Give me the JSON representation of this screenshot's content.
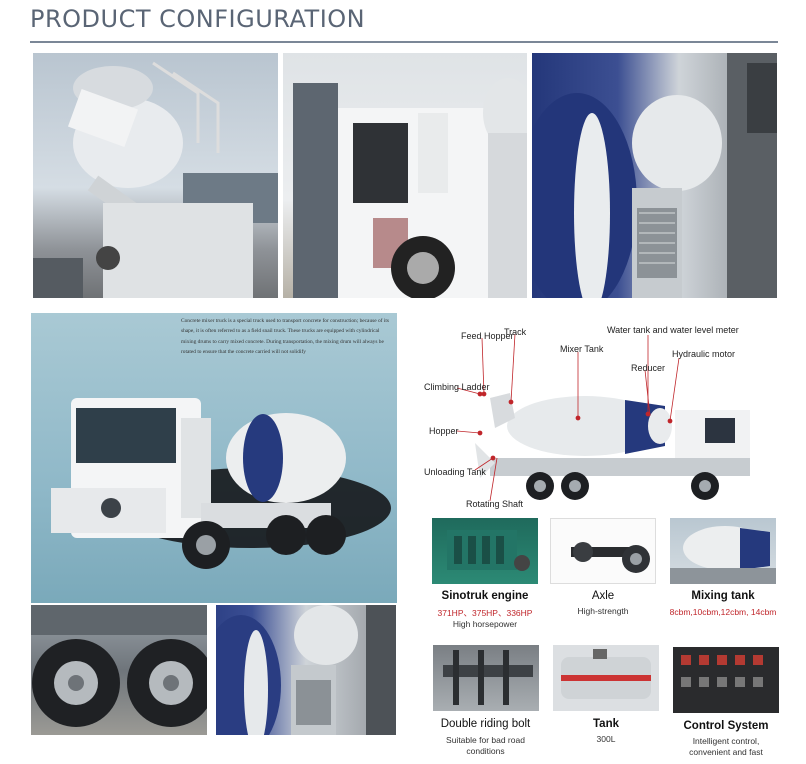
{
  "header": {
    "title": "PRODUCT CONFIGURATION"
  },
  "description": "Concrete mixer truck is a special truck used to transport concrete for construction; because of its shape, it is often referred to as a field snail truck. These trucks are equipped with cylindrical mixing drums to carry mixed concrete. During transportation, the mixing drum will always be rotated to ensure that the concrete carried will not solidify",
  "diagram": {
    "labels": {
      "feed_hopper": "Feed Hopper",
      "track": "Track",
      "water_tank": "Water tank and water level meter",
      "mixer_tank": "Mixer Tank",
      "hydraulic_motor": "Hydraulic motor",
      "reducer": "Reducer",
      "climbing_ladder": "Climbing Ladder",
      "hopper": "Hopper",
      "unloading_tank": "Unloading Tank",
      "rotating_shaft": "Rotating Shaft"
    }
  },
  "features": [
    {
      "title": "Sinotruk engine",
      "red": "371HP、375HP、336HP",
      "sub": "High horsepower"
    },
    {
      "title": "Axle",
      "sub": "High-strength"
    },
    {
      "title": "Mixing tank",
      "red": "8cbm,10cbm,12cbm, 14cbm"
    },
    {
      "title": "Double riding bolt",
      "sub": "Suitable for bad road conditions"
    },
    {
      "title": "Tank",
      "sub": "300L"
    },
    {
      "title": "Control System",
      "sub": "Intelligent control, convenient and fast"
    }
  ],
  "colors": {
    "heading": "#5a6575",
    "accent_red": "#c0262b",
    "drum_blue": "#24377a"
  }
}
